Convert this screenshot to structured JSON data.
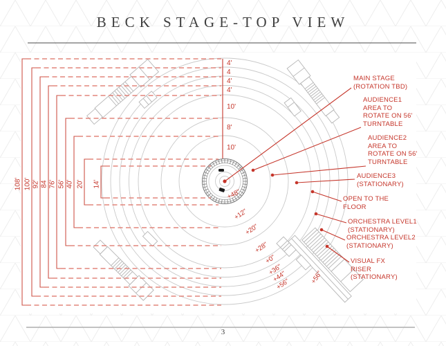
{
  "page": {
    "title": "BECK STAGE-TOP VIEW",
    "page_number": "3"
  },
  "colors": {
    "annotation_red": "#c5352a",
    "dimension_red": "#cd5246",
    "dashed_red": "#e2857c",
    "drawing_gray": "#c9c9c9",
    "title_gray": "#3f3f3f"
  },
  "left_dimensions": [
    "108'",
    "100'",
    "92'",
    "84",
    "76'",
    "56'",
    "40'",
    "20'",
    "14'"
  ],
  "top_dimensions": [
    "4'",
    "4",
    "4'",
    "4'",
    "10'",
    "8'",
    "10'"
  ],
  "elevation_labels": [
    "+48\"",
    "+12\"",
    "+20\"",
    "+28\"",
    "+0\"",
    "+36\"",
    "+44\"",
    "+56\"",
    "+56\""
  ],
  "callouts": [
    {
      "id": "main-stage",
      "text": "MAIN STAGE\n(ROTATION TBD)"
    },
    {
      "id": "audience1",
      "text": "AUDIENCE1\nAREA TO\nROTATE ON 56'\nTURNTABLE"
    },
    {
      "id": "audience2",
      "text": "AUDIENCE2\nAREA TO\nROTATE ON 56'\nTURNTABLE"
    },
    {
      "id": "audience3",
      "text": "AUDIENCE3\n(STATIONARY)"
    },
    {
      "id": "open-floor",
      "text": "OPEN TO THE\nFLOOR"
    },
    {
      "id": "orchestra-level1",
      "text": "ORCHESTRA LEVEL1\n(STATIONARY)"
    },
    {
      "id": "orchestra-level2",
      "text": "ORCHESTRA LEVEL2\n(STATIONARY)"
    },
    {
      "id": "vfx-riser",
      "text": "VISUAL FX\nRISER\n(STATIONARY)"
    }
  ]
}
